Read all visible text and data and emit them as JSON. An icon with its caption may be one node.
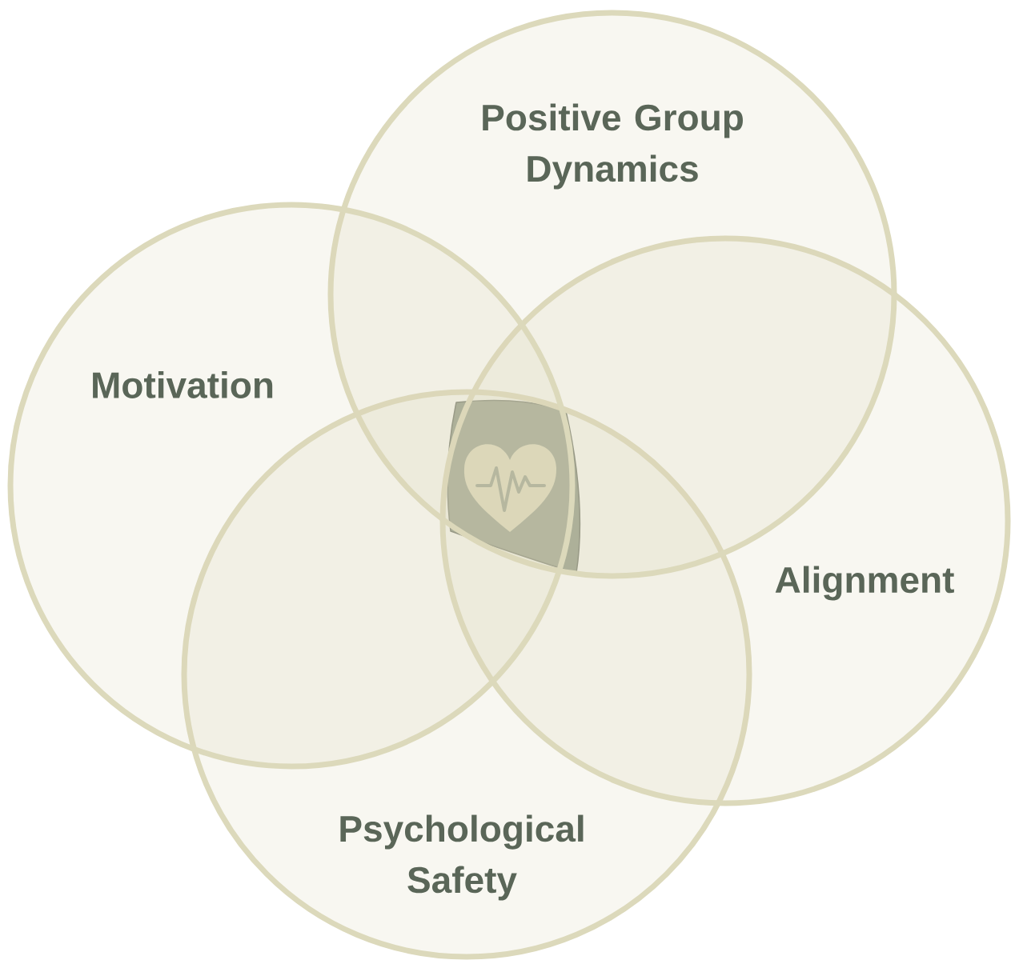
{
  "diagram": {
    "nodes": [
      {
        "text": [
          "Positive Group Dynamics"
        ]
      },
      {
        "text": [
          "Motivation"
        ]
      },
      {
        "text": [
          "Alignment"
        ]
      },
      {
        "text": [
          "Psychological Safety"
        ]
      }
    ]
  }
}
